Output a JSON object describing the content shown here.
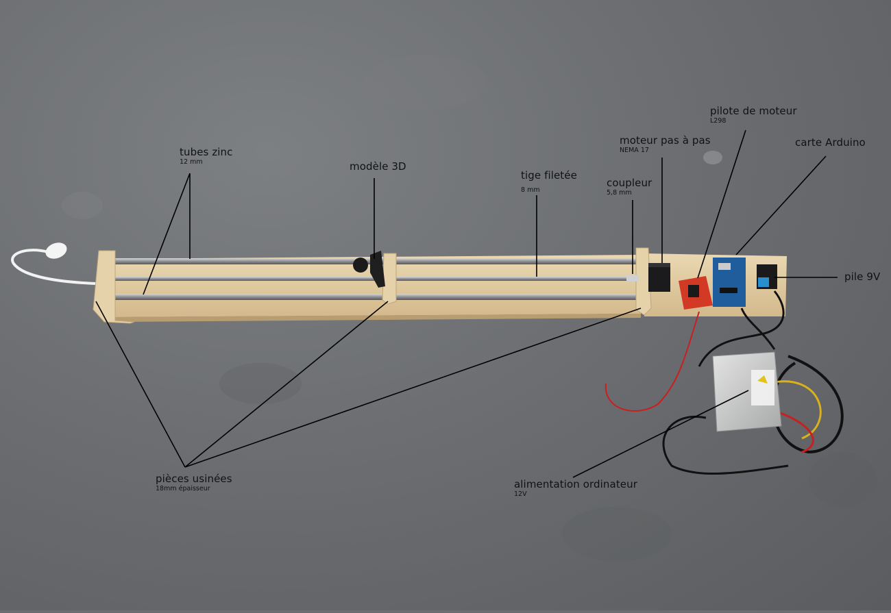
{
  "labels": {
    "tubes": {
      "title": "tubes zinc",
      "sub": "12 mm"
    },
    "modele": {
      "title": "modèle 3D"
    },
    "tige": {
      "title": "tige filetée",
      "sub": "8 mm"
    },
    "coupleur": {
      "title": "coupleur",
      "sub": "5,8 mm"
    },
    "moteur": {
      "title": "moteur pas à pas",
      "sub": "NEMA 17"
    },
    "pilote": {
      "title": "pilote de moteur",
      "sub": "L298"
    },
    "arduino": {
      "title": "carte Arduino"
    },
    "pile": {
      "title": "pile 9V"
    },
    "pieces": {
      "title": "pièces usinées",
      "sub": "18mm épaisseur"
    },
    "alim": {
      "title": "alimentation ordinateur",
      "sub": "12V"
    }
  },
  "colors": {
    "floor": "#6b6d70",
    "wood": "#e2cda4",
    "rod": "#a9abae",
    "leader": "#000000",
    "driver_board": "#d23a26",
    "arduino_board": "#1f5d9c",
    "psu_case": "#cfd0cf"
  }
}
